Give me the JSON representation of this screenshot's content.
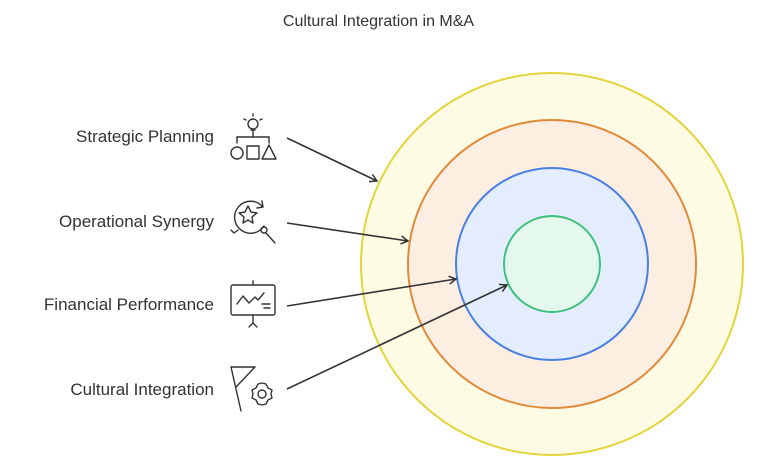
{
  "title": "Cultural Integration in M&A",
  "layers": [
    {
      "label": "Strategic Planning",
      "icon": "strategy-icon",
      "fill": "#fdfbe4",
      "stroke": "#e2d43a"
    },
    {
      "label": "Operational Synergy",
      "icon": "star-search-icon",
      "fill": "#fdeee2",
      "stroke": "#e08a3a"
    },
    {
      "label": "Financial Performance",
      "icon": "chart-board-icon",
      "fill": "#e3edfd",
      "stroke": "#4a80e0"
    },
    {
      "label": "Cultural Integration",
      "icon": "flag-gear-icon",
      "fill": "#e5f8ee",
      "stroke": "#3fc07f"
    }
  ],
  "colors": {
    "text": "#333333",
    "arrow": "#333333",
    "icon": "#333333"
  }
}
